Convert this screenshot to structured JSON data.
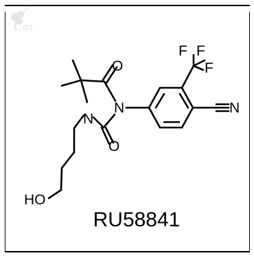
{
  "watermark": {
    "icon": "clover-logo",
    "letters": "GT",
    "color": "#e2e2e2"
  },
  "molecule": {
    "name": "RU58841",
    "atoms": {
      "F1": "F",
      "F2": "F",
      "F3": "F",
      "O_top": "O",
      "O_bottom": "O",
      "N_imide": "N",
      "N_amine": "N",
      "N_nitrile": "N",
      "HO": "HO"
    }
  }
}
